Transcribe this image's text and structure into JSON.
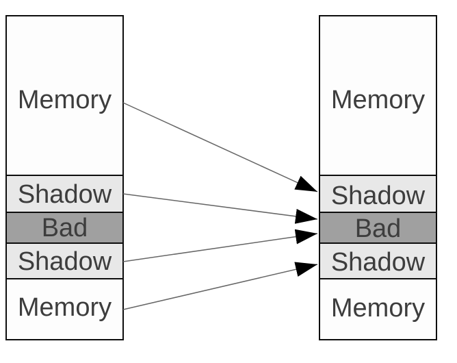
{
  "diagram": {
    "kind": "shadow-memory-mapping",
    "columns": {
      "left": {
        "segments": [
          {
            "id": "memory-top",
            "label": "Memory",
            "kind": "memory"
          },
          {
            "id": "shadow-top",
            "label": "Shadow",
            "kind": "shadow"
          },
          {
            "id": "bad",
            "label": "Bad",
            "kind": "bad"
          },
          {
            "id": "shadow-bottom",
            "label": "Shadow",
            "kind": "shadow"
          },
          {
            "id": "memory-bottom",
            "label": "Memory",
            "kind": "memory"
          }
        ]
      },
      "right": {
        "segments": [
          {
            "id": "memory-top",
            "label": "Memory",
            "kind": "memory"
          },
          {
            "id": "shadow-top",
            "label": "Shadow",
            "kind": "shadow"
          },
          {
            "id": "bad",
            "label": "Bad",
            "kind": "bad"
          },
          {
            "id": "shadow-bottom",
            "label": "Shadow",
            "kind": "shadow"
          },
          {
            "id": "memory-bottom",
            "label": "Memory",
            "kind": "memory"
          }
        ]
      }
    },
    "arrows": [
      {
        "from": "left-memory-top",
        "to": "right-shadow-top"
      },
      {
        "from": "left-shadow-top",
        "to": "right-bad"
      },
      {
        "from": "left-shadow-bottom",
        "to": "right-bad"
      },
      {
        "from": "left-memory-bottom",
        "to": "right-shadow-bottom"
      }
    ],
    "colors": {
      "memory_bg": "#fdfdfd",
      "shadow_bg": "#e8e8e8",
      "bad_bg": "#a0a0a0",
      "border": "#0d0d0d",
      "text": "#3d3d3d",
      "arrow_line": "#666666",
      "arrow_head": "#000000",
      "page_bg": "#ffffff"
    }
  }
}
